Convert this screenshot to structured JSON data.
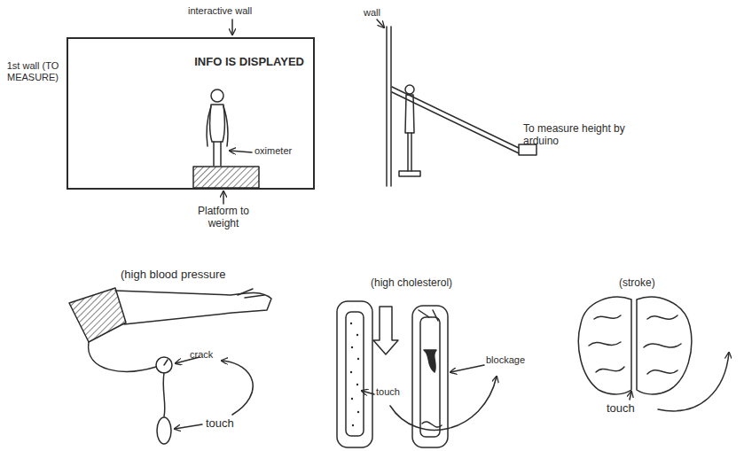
{
  "diagram": {
    "nodes": [
      {
        "text": [
          "INFO IS DISPLAYED"
        ]
      }
    ],
    "labels": [
      "interactive wall",
      "1st wall (TO MEASURE)",
      "oximeter",
      "Platform to weight",
      "wall",
      "To measure height by arduino",
      "(high blood pressure",
      "crack",
      "touch",
      "(high cholesterol)",
      "touch",
      "blockage",
      "(stroke)",
      "touch"
    ]
  }
}
